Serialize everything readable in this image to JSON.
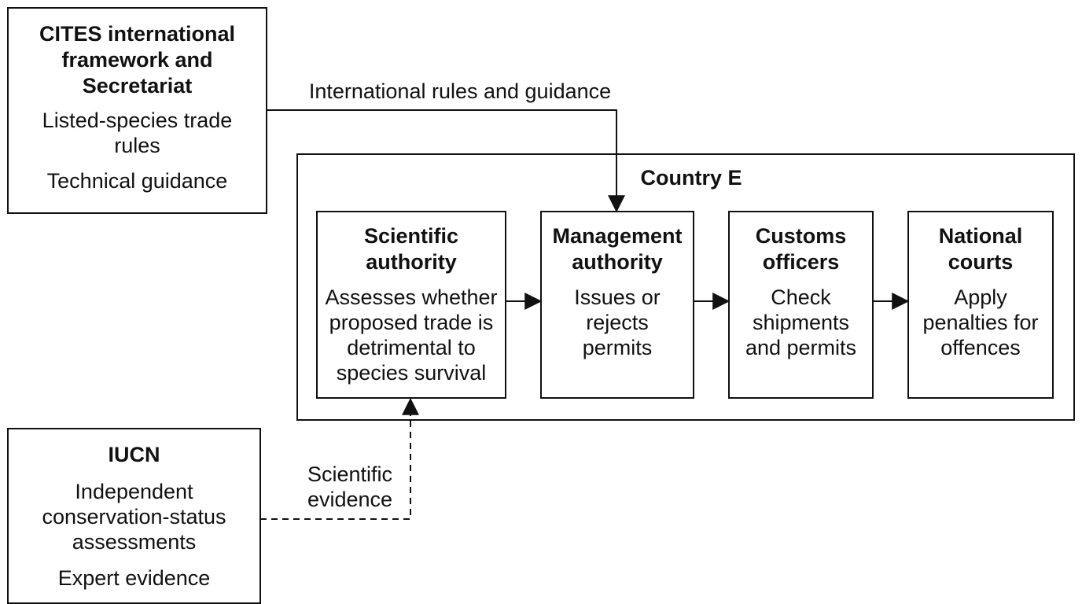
{
  "cites": {
    "title": "CITES international framework and Secretariat",
    "line1": "Listed-species trade rules",
    "line2": "Technical guidance"
  },
  "iucn": {
    "title": "IUCN",
    "line1": "Independent conservation-status assessments",
    "line2": "Expert evidence"
  },
  "country": {
    "title": "Country E",
    "stages": [
      {
        "title": "Scientific authority",
        "desc": "Assesses whether proposed trade is detrimental to species survival"
      },
      {
        "title": "Management authority",
        "desc": "Issues or rejects permits"
      },
      {
        "title": "Customs officers",
        "desc": "Check shipments and permits"
      },
      {
        "title": "National courts",
        "desc": "Apply penalties for offences"
      }
    ]
  },
  "edges": {
    "international": "International rules and guidance",
    "scientific": "Scientific evidence"
  }
}
